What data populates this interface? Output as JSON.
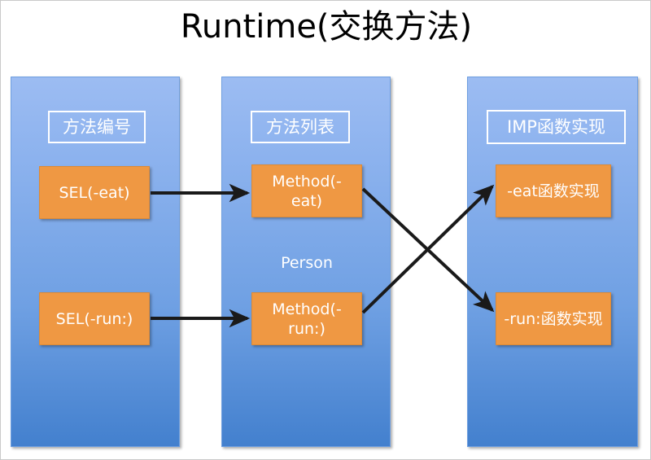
{
  "page": {
    "title": "Runtime(交换方法)",
    "background": "#ffffff"
  },
  "colors": {
    "column_top": "#9cbcf2",
    "column_bottom": "#4380ce",
    "node_fill": "#ef9843",
    "node_text": "#ffffff",
    "arrow": "#1a1a1a",
    "title_text": "#000000"
  },
  "columns": [
    {
      "id": "sel",
      "header": "方法编号",
      "nodes": [
        {
          "id": "sel-eat",
          "label": "SEL(-eat)"
        },
        {
          "id": "sel-run",
          "label": "SEL(-run:)"
        }
      ]
    },
    {
      "id": "method",
      "header": "方法列表",
      "caption": "Person",
      "nodes": [
        {
          "id": "method-eat",
          "label": "Method(-eat)"
        },
        {
          "id": "method-run",
          "label": "Method(-run:)"
        }
      ]
    },
    {
      "id": "imp",
      "header": "IMP函数实现",
      "nodes": [
        {
          "id": "imp-eat",
          "label": "-eat函数实现"
        },
        {
          "id": "imp-run",
          "label": "-run:函数实现"
        }
      ]
    }
  ],
  "arrows": [
    {
      "id": "sel-eat-to-method-eat",
      "from": "sel-eat",
      "to": "method-eat",
      "kind": "straight"
    },
    {
      "id": "sel-run-to-method-run",
      "from": "sel-run",
      "to": "method-run",
      "kind": "straight"
    },
    {
      "id": "method-eat-to-imp-run",
      "from": "method-eat",
      "to": "imp-run",
      "kind": "diagonal-down"
    },
    {
      "id": "method-run-to-imp-eat",
      "from": "method-run",
      "to": "imp-eat",
      "kind": "diagonal-up"
    }
  ]
}
